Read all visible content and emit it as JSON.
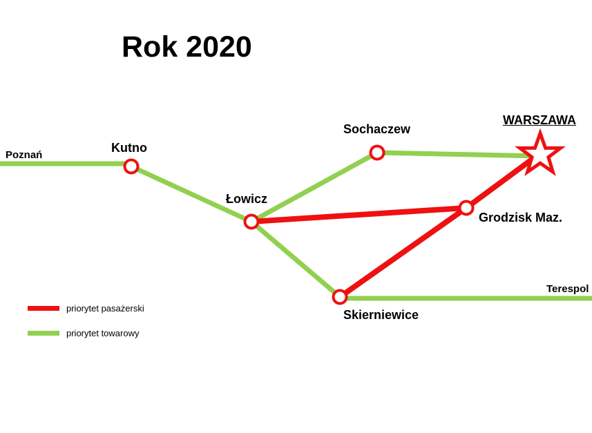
{
  "title": "Rok 2020",
  "colors": {
    "passenger": "#ee1111",
    "freight": "#92d050",
    "station_fill": "#ffffff",
    "text": "#000000"
  },
  "stations": {
    "poznan": "Poznań",
    "kutno": "Kutno",
    "lowicz": "Łowicz",
    "sochaczew": "Sochaczew",
    "warszawa": "WARSZAWA",
    "grodzisk": "Grodzisk Maz.",
    "skierniewice": "Skierniewice",
    "terespol": "Terespol"
  },
  "lines": [
    {
      "from": "Poznań",
      "to": "Kutno",
      "priority": "freight"
    },
    {
      "from": "Kutno",
      "to": "Łowicz",
      "priority": "freight"
    },
    {
      "from": "Łowicz",
      "to": "Sochaczew",
      "priority": "freight"
    },
    {
      "from": "Sochaczew",
      "to": "WARSZAWA",
      "priority": "freight"
    },
    {
      "from": "Łowicz",
      "to": "Skierniewice",
      "priority": "freight"
    },
    {
      "from": "Skierniewice",
      "to": "Terespol",
      "priority": "freight"
    },
    {
      "from": "Łowicz",
      "to": "Grodzisk Maz.",
      "priority": "passenger"
    },
    {
      "from": "Skierniewice",
      "to": "Grodzisk Maz.",
      "priority": "passenger"
    },
    {
      "from": "Grodzisk Maz.",
      "to": "WARSZAWA",
      "priority": "passenger"
    }
  ],
  "legend": {
    "passenger_label": "priorytet pasażerski",
    "freight_label": "priorytet towarowy"
  }
}
